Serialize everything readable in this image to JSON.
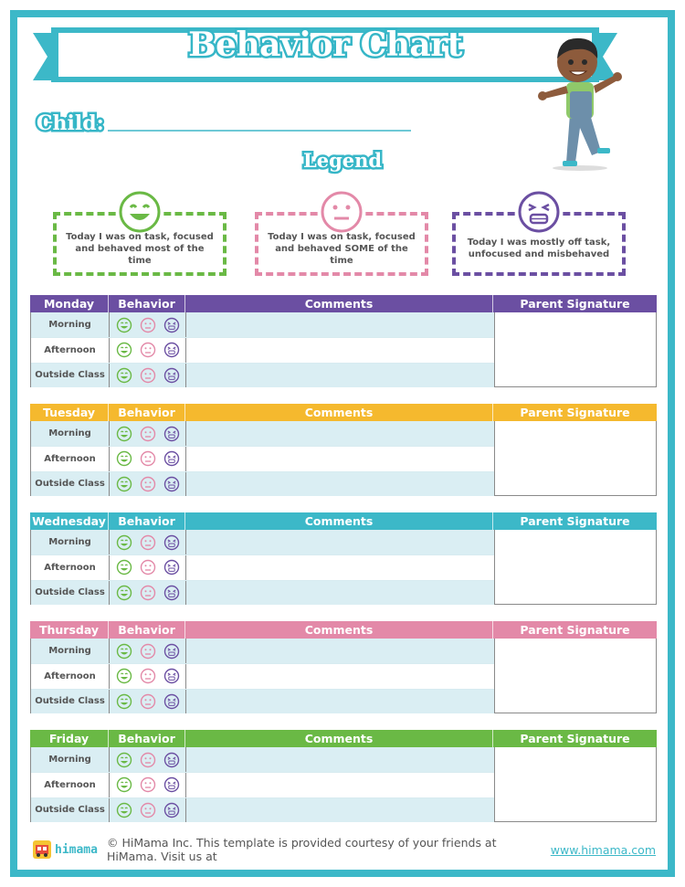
{
  "title": "Behavior Chart",
  "child_label": "Child:",
  "legend": {
    "title": "Legend",
    "items": [
      {
        "text": "Today I was on task, focused and behaved most of the time",
        "color": "#6ab945",
        "face": "happy-face-icon"
      },
      {
        "text": "Today I was on task, focused and behaved SOME of the time",
        "color": "#e389a8",
        "face": "neutral-face-icon"
      },
      {
        "text": "Today I was mostly off task, unfocused and misbehaved",
        "color": "#6b4fa2",
        "face": "upset-face-icon"
      }
    ]
  },
  "columns": {
    "behavior": "Behavior",
    "comments": "Comments",
    "signature": "Parent Signature"
  },
  "periods": [
    "Morning",
    "Afternoon",
    "Outside Class"
  ],
  "days": [
    {
      "name": "Monday",
      "color": "#6b4fa2"
    },
    {
      "name": "Tuesday",
      "color": "#f5b92e"
    },
    {
      "name": "Wednesday",
      "color": "#3cb8c8"
    },
    {
      "name": "Thursday",
      "color": "#e389a8"
    },
    {
      "name": "Friday",
      "color": "#6ab945"
    }
  ],
  "footer": {
    "logo": "himama",
    "text": "© HiMama Inc. This template is provided courtesy of your friends at HiMama. Visit us at",
    "link": "www.himama.com"
  }
}
